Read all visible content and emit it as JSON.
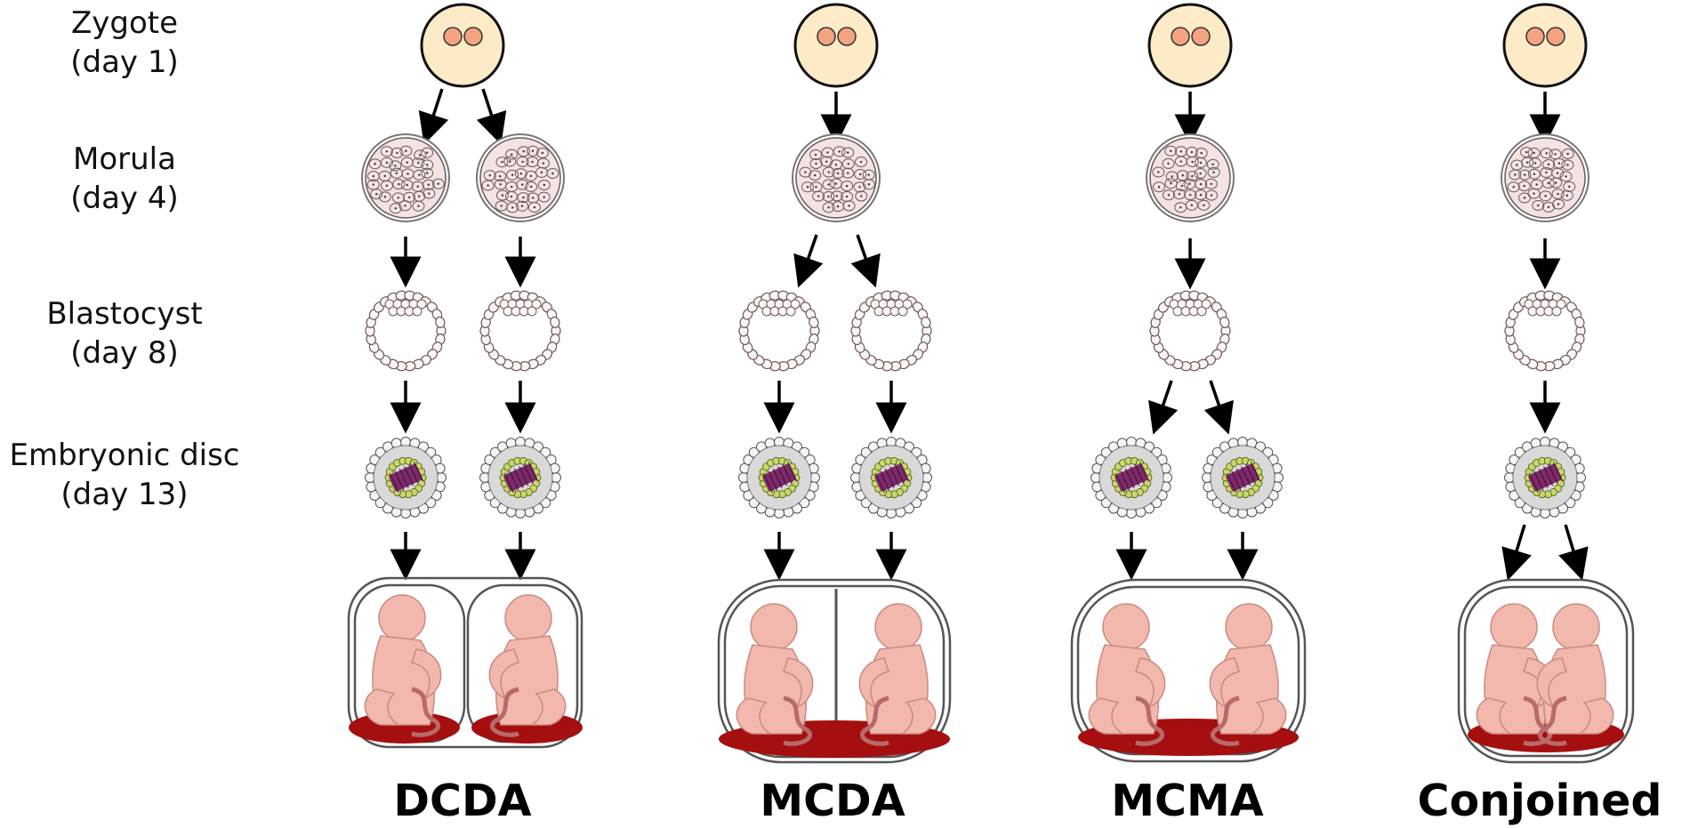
{
  "stages": [
    {
      "name": "Zygote",
      "day": "(day 1)"
    },
    {
      "name": "Morula",
      "day": "(day 4)"
    },
    {
      "name": "Blastocyst",
      "day": "(day 8)"
    },
    {
      "name": "Embryonic disc",
      "day": "(day 13)"
    }
  ],
  "columns": [
    {
      "label": "DCDA"
    },
    {
      "label": "MCDA"
    },
    {
      "label": "MCMA"
    },
    {
      "label": "Conjoined"
    }
  ],
  "colors": {
    "zygote_fill": "#fdebc8",
    "pronucleus": "#f3a37f",
    "morula_fill": "#f3e3e3",
    "cell_outline": "#6b5a5a",
    "disc_fill": "#d9d9d9",
    "yolk_ring": "#c9d66a",
    "embryo_disc": "#7d2a6b",
    "fetus": "#f2b8ad",
    "placenta": "#a50f0f",
    "membrane": "#555555",
    "arrow": "#000000"
  }
}
